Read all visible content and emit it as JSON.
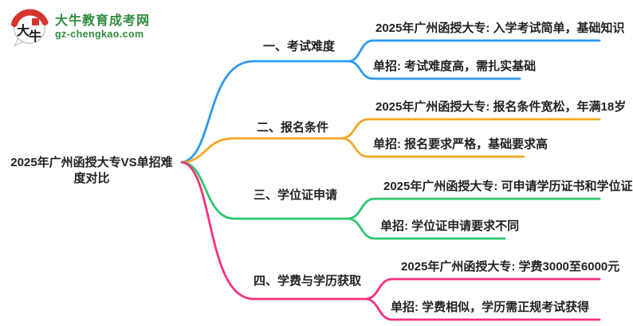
{
  "brand": {
    "site_name": "大牛教育成考网",
    "site_domain": "gz-chengkao.com",
    "logo_characters": "大牛",
    "logo_icon": "daniu-speech-bubble-icon",
    "brand_color": "#2f8b3c",
    "seal_color": "#d7342b"
  },
  "mindmap": {
    "root": "2025年广州函授大专VS单招难度对比",
    "text_color": "#222222",
    "branches": [
      {
        "label": "一、考试难度",
        "color": "#2b9af3",
        "children": [
          "2025年广州函授大专: 入学考试简单，基础知识",
          "单招: 考试难度高，需扎实基础"
        ]
      },
      {
        "label": "二、报名条件",
        "color": "#f5a623",
        "children": [
          "2025年广州函授大专: 报名条件宽松，年满18岁",
          "单招: 报名要求严格，基础要求高"
        ]
      },
      {
        "label": "三、学位证申请",
        "color": "#2dc76d",
        "children": [
          "2025年广州函授大专: 可申请学历证书和学位证",
          "单招: 学位证申请要求不同"
        ]
      },
      {
        "label": "四、学费与学历获取",
        "color": "#f5317f",
        "children": [
          "2025年广州函授大专: 学费3000至6000元",
          "单招: 学费相似，学历需正规考试获得"
        ]
      }
    ]
  }
}
